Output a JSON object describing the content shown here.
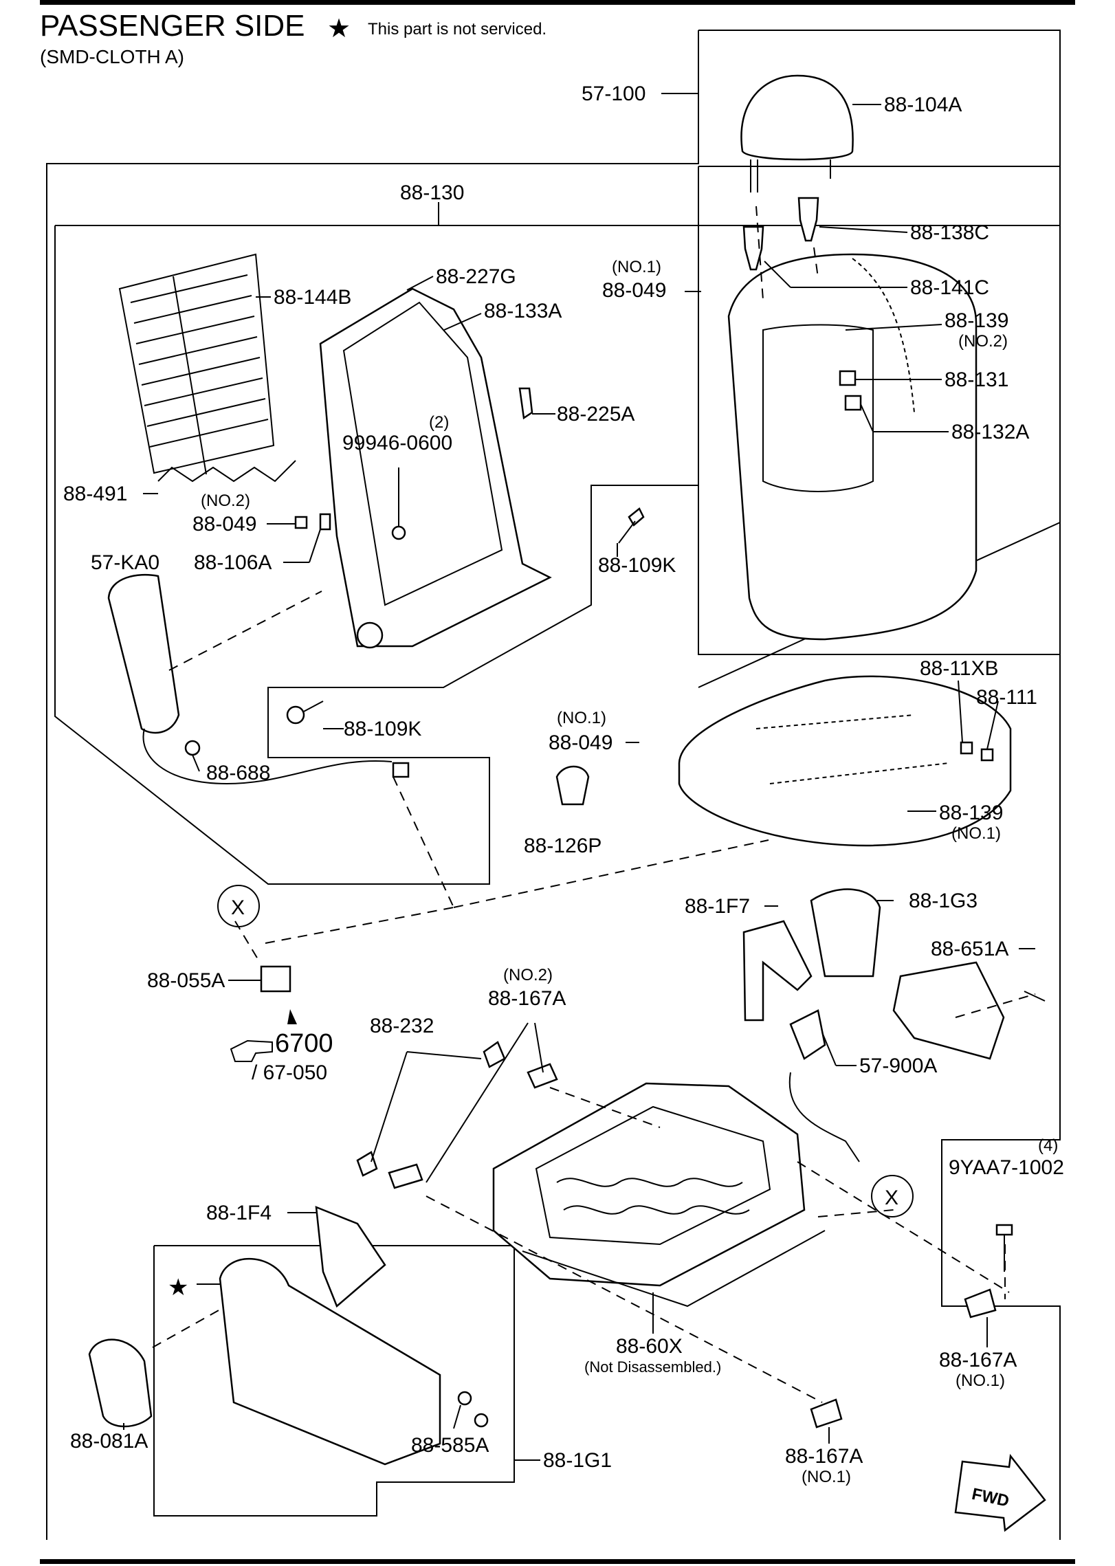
{
  "header": {
    "title": "PASSENGER SIDE",
    "subtitle": "(SMD-CLOTH A)",
    "star_note": "This part is not serviced.",
    "star_symbol": "★"
  },
  "labels": {
    "l57_100": "57-100",
    "l88_104A": "88-104A",
    "l88_130": "88-130",
    "l88_138C": "88-138C",
    "l88_141C": "88-141C",
    "l88_049_a": "88-049",
    "l88_049_a_no": "(NO.1)",
    "l88_139_a": "88-139",
    "l88_139_a_no": "(NO.2)",
    "l88_131": "88-131",
    "l88_132A": "88-132A",
    "l88_144B": "88-144B",
    "l88_227G": "88-227G",
    "l88_133A": "88-133A",
    "l88_225A": "88-225A",
    "l99946": "99946-0600",
    "l99946_qty": "(2)",
    "l88_491": "88-491",
    "l88_049_b": "88-049",
    "l88_049_b_no": "(NO.2)",
    "l88_106A": "88-106A",
    "l57_KA0": "57-KA0",
    "l88_109K_a": "88-109K",
    "l88_109K_b": "88-109K",
    "l88_688": "88-688",
    "l88_11XB": "88-11XB",
    "l88_111": "88-111",
    "l88_049_c": "88-049",
    "l88_049_c_no": "(NO.1)",
    "l88_126P": "88-126P",
    "l88_139_b": "88-139",
    "l88_139_b_no": "(NO.1)",
    "x_mark_1": "X",
    "x_mark_2": "X",
    "l88_055A": "88-055A",
    "ref_6700": "6700",
    "ref_67_050": "/ 67-050",
    "l88_1F7": "88-1F7",
    "l88_1G3": "88-1G3",
    "l88_651A": "88-651A",
    "l88_232": "88-232",
    "l88_167A_no2": "88-167A",
    "l88_167A_no2_no": "(NO.2)",
    "l57_900A": "57-900A",
    "l9YAA7": "9YAA7-1002",
    "l9YAA7_qty": "(4)",
    "l88_1F4": "88-1F4",
    "l88_60X": "88-60X",
    "l88_60X_note": "(Not Disassembled.)",
    "l88_167A_no1_a": "88-167A",
    "l88_167A_no1_a_no": "(NO.1)",
    "l88_167A_no1_b": "88-167A",
    "l88_167A_no1_b_no": "(NO.1)",
    "l88_081A": "88-081A",
    "l88_585A": "88-585A",
    "l88_1G1": "88-1G1",
    "fwd": "FWD"
  }
}
